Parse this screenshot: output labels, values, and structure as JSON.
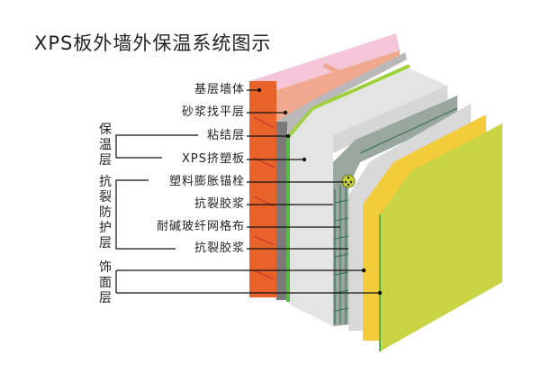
{
  "title": "XPS板外墙外保温系统图示",
  "labels": [
    "基层墙体",
    "砂浆找平层",
    "粘结层",
    "XPS挤塑板",
    "塑料膨胀锚栓",
    "抗裂胶浆",
    "耐碱玻纤网格布",
    "抗裂胶浆"
  ],
  "groups": [
    "保温层",
    "抗裂防护层",
    "饰面层"
  ],
  "colors": {
    "brick": "#e8632a",
    "top": "#f4c6d8",
    "mortar": "#7a7a7a",
    "adhesive": "#5cb848",
    "xps": "#e4e4e4",
    "mesh": "#2f6e4a",
    "yellow": "#f2cc3a",
    "finish": "#c8d443"
  }
}
